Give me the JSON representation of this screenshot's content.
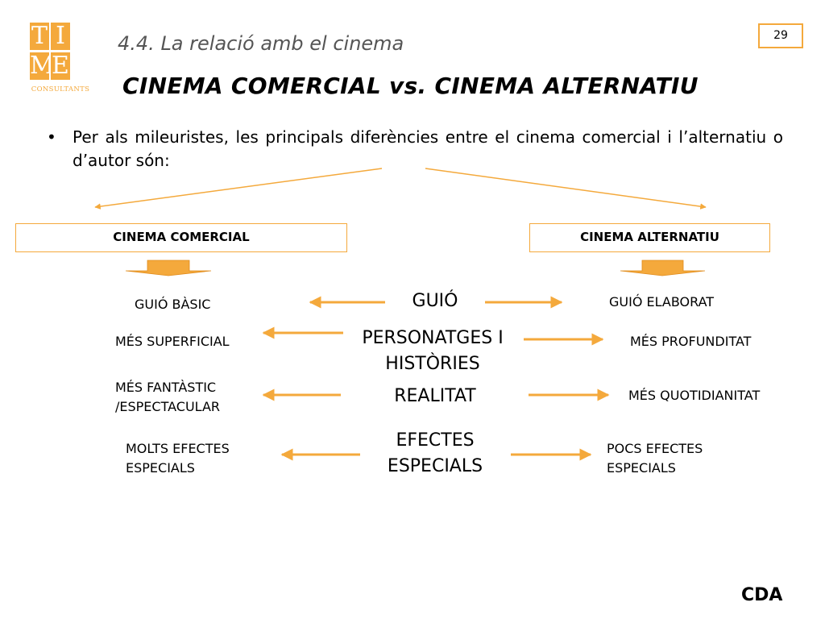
{
  "logo": {
    "letters": [
      "T",
      "I",
      "M",
      "E"
    ],
    "subtitle": "CONSULTANTS"
  },
  "header": {
    "section_number": "4.4.",
    "section_title": "La relació amb el cinema",
    "title": "CINEMA COMERCIAL vs. CINEMA ALTERNATIU",
    "page_number": "29"
  },
  "intro": {
    "bullet": "•",
    "text": "Per als mileuristes, les principals diferències entre el cinema comercial i l’alternatiu o d’autor són:"
  },
  "columns": {
    "left": "CINEMA  COMERCIAL",
    "right": "CINEMA ALTERNATIU"
  },
  "rows": [
    {
      "criterion": "GUIÓ",
      "comercial": "GUIÓ BÀSIC",
      "alternatiu": "GUIÓ ELABORAT"
    },
    {
      "criterion": "PERSONATGES I HISTÒRIES",
      "comercial": "MÉS SUPERFICIAL",
      "alternatiu": "MÉS PROFUNDITAT"
    },
    {
      "criterion": "REALITAT",
      "comercial": "MÉS FANTÀSTIC /ESPECTACULAR",
      "alternatiu": "MÉS QUOTIDIANITAT"
    },
    {
      "criterion": "EFECTES ESPECIALS",
      "comercial": "MOLTS EFECTES ESPECIALS",
      "alternatiu": "POCS EFECTES ESPECIALS"
    }
  ],
  "footer": {
    "label": "CDA"
  },
  "colors": {
    "accent": "#f4a93c",
    "text": "#000000",
    "section": "#555555"
  }
}
